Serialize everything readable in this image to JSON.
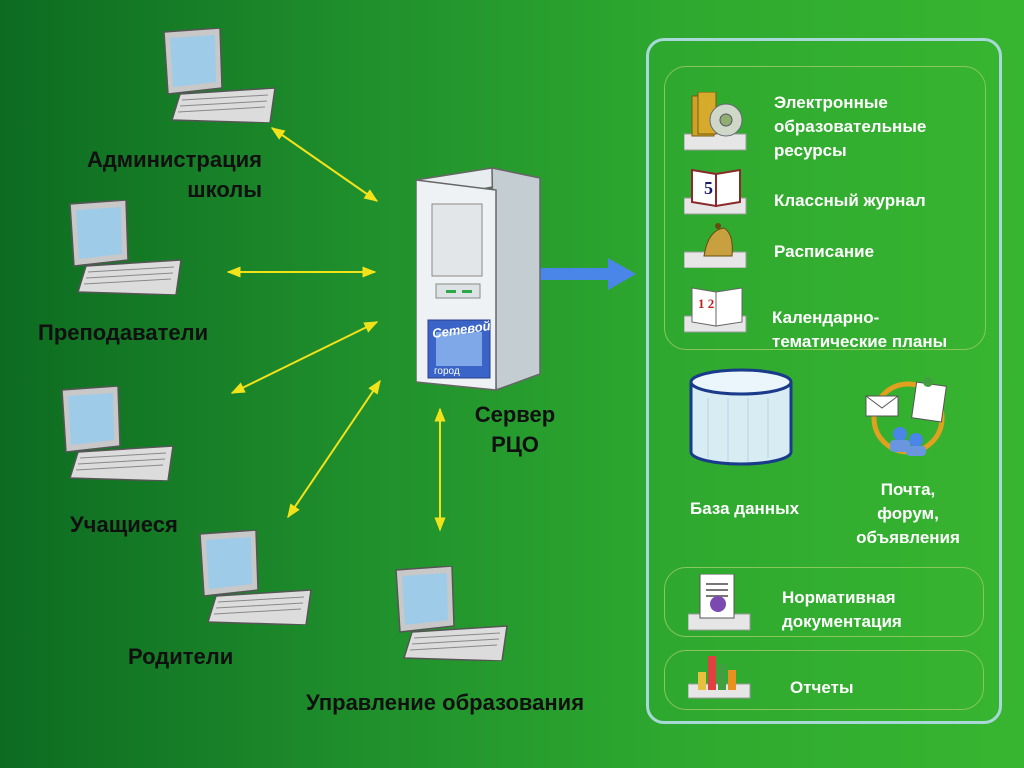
{
  "clients": {
    "admin": "Администрация\nшколы",
    "teachers": "Преподаватели",
    "students": "Учащиеся",
    "parents": "Родители",
    "management": "Управление образования"
  },
  "server": {
    "label": "Сервер\nРЦО",
    "logo_top": "Сетевой",
    "logo_bottom": "город"
  },
  "services": {
    "resources": "Электронные\nобразовательные\nресурсы",
    "journal": "Классный журнал",
    "journal_icon_digit": "5",
    "schedule": "Расписание",
    "plans": "Календарно-\nтематические планы",
    "plans_icon_digits": "1 2",
    "database": "База данных",
    "mail": "Почта,\nфорум,\nобъявления",
    "normative": "Нормативная\nдокументация",
    "reports": "Отчеты"
  },
  "colors": {
    "arrow_yellow": "#f2e21a",
    "arrow_blue": "#4a86e8",
    "panel_border": "#a8d8d8"
  }
}
